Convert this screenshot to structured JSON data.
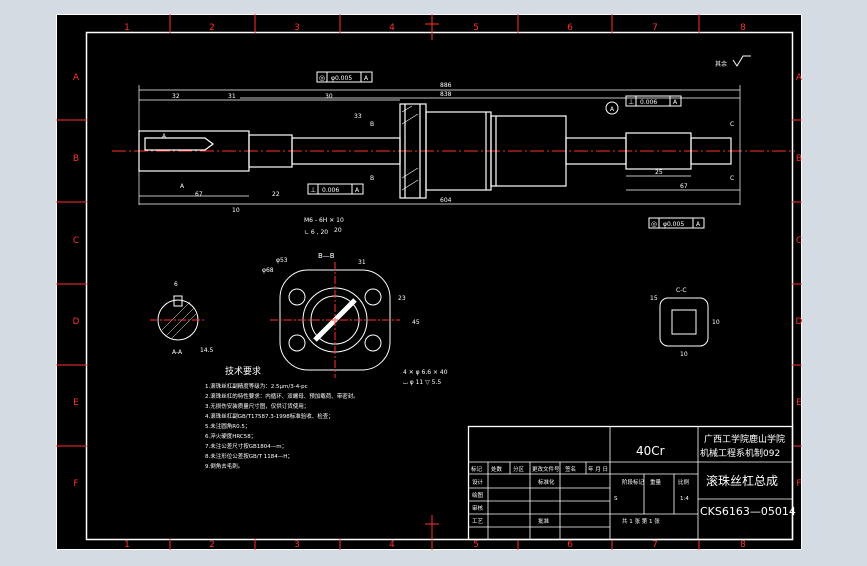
{
  "frame": {
    "columns": [
      "1",
      "2",
      "3",
      "4",
      "5",
      "6",
      "7",
      "8"
    ],
    "rows": [
      "A",
      "B",
      "C",
      "D",
      "E",
      "F"
    ]
  },
  "roughness_note": "其余",
  "main_view": {
    "dims": {
      "d886": "886",
      "d838": "838",
      "d604": "604",
      "d32": "32",
      "d31": "31",
      "d30": "30",
      "d67a": "67",
      "d22": "22",
      "d67b": "67",
      "d25": "25",
      "d33": "33",
      "d20": "20",
      "d10": "10",
      "m_thread": "M6 - 6H ✕ 10",
      "hole_depth": "∟ 6 , 20"
    },
    "tolerance_boxes": {
      "tol1": {
        "symbol": "◎",
        "value": "φ0.005",
        "datum": "A"
      },
      "tol2": {
        "symbol": "⊥",
        "value": "0.006",
        "datum": "A"
      },
      "tol3": {
        "symbol": "⊥",
        "value": "0.006",
        "datum": "A"
      },
      "tol4": {
        "symbol": "◎",
        "value": "φ0.005",
        "datum": "A"
      }
    },
    "section_marks": {
      "a_left": "A",
      "a_bottom": "A",
      "b_top": "B",
      "b_bottom": "B",
      "datum_a": "A",
      "c_top": "C",
      "c_bottom": "C"
    }
  },
  "section_bb": {
    "title": "B—B",
    "d_outer": "φ68",
    "d_bolt": "φ53",
    "d31": "31",
    "d23": "23",
    "d45": "45",
    "holes1": "4 ✕ φ 6.6 × 40",
    "holes2": "⌴ φ 11 ▽ 5.5"
  },
  "section_aa": {
    "title": "A-A",
    "d6": "6",
    "d14": "14.5"
  },
  "section_cc": {
    "title": "C-C",
    "d15": "15",
    "d10a": "10",
    "d10b": "10"
  },
  "tech_req": {
    "title": "技术要求",
    "items": [
      "1.滚珠丝杠副精度等级为：2.5μm/3-4-pc",
      "2.滚珠丝杠的特性要求：内循环、双螺母、预加载荷、带密封。",
      "3.无损伤安装质量尺寸图，仅供订货使用；",
      "4.滚珠丝杠副GB/T17587.3-1998标准验收、检查；",
      "5.未注圆角R0.5；",
      "6.淬火硬度HRC58；",
      "7.未注公差尺寸按GB1804—m；",
      "8.未注形位公差按GB/T 1184—H；",
      "9.倒角去毛刺。"
    ]
  },
  "title_block": {
    "material": "40Cr",
    "school": "广西工学院鹿山学院",
    "class": "机械工程系机制092",
    "drawing_name": "滚珠丝杠总成",
    "drawing_no": "CKS6163—05014",
    "headers": [
      "标记",
      "处数",
      "分区",
      "更改文件号",
      "签名",
      "年 月 日"
    ],
    "design": "设计",
    "standard": "标准化",
    "drafting": "绘图",
    "review": "审核",
    "process": "工艺",
    "approve": "批准",
    "stage": "阶段标记",
    "weight": "重量",
    "scale": "比例",
    "stage_val": "S",
    "scale_val": "1:4",
    "sheets": "共 1 张  第 1 张"
  }
}
